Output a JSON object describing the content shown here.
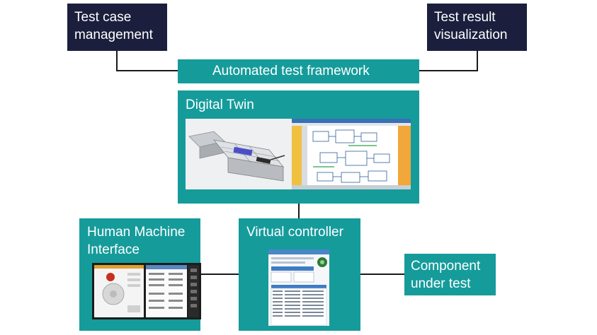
{
  "boxes": {
    "test_case_management": {
      "line1": "Test case",
      "line2": "management"
    },
    "test_result_visualization": {
      "line1": "Test result",
      "line2": "visualization"
    },
    "automated_test_framework": {
      "label": "Automated test framework"
    },
    "digital_twin": {
      "label": "Digital Twin"
    },
    "human_machine_interface": {
      "line1": "Human Machine",
      "line2": "Interface"
    },
    "virtual_controller": {
      "label": "Virtual controller"
    },
    "component_under_test": {
      "line1": "Component",
      "line2": "under test"
    }
  },
  "colors": {
    "navy": "#1b1f3d",
    "teal": "#169b9b",
    "connector": "#1a1a1a"
  }
}
